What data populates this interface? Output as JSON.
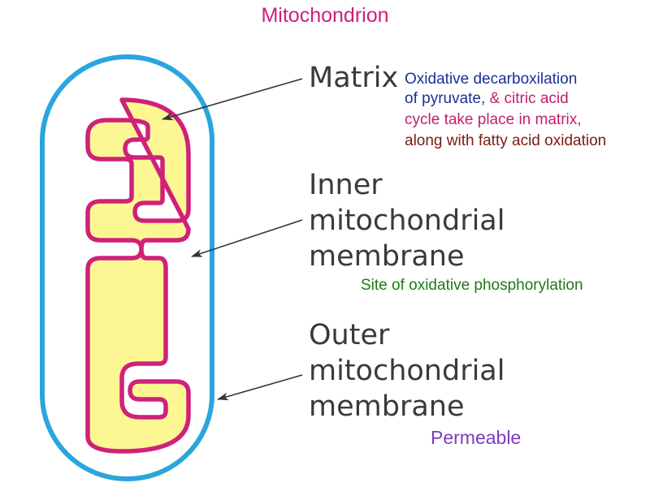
{
  "title": "Mitochondrion",
  "colors": {
    "title": "#cc1f7a",
    "outer_membrane": "#2aa6dd",
    "inner_membrane": "#d0217a",
    "matrix_fill": "#fdf793",
    "label": "#3a3a3a",
    "arrow": "#333333",
    "blue_text": "#1b2f99",
    "magenta_text": "#c21f6a",
    "brown_text": "#7a1a10",
    "green_text": "#1f7a14",
    "purple_text": "#7c3cc0"
  },
  "labels": {
    "matrix": "Matrix",
    "inner_line1": "Inner",
    "inner_line2": "mitochondrial",
    "inner_line3": "membrane",
    "outer_line1": "Outer",
    "outer_line2": "mitochondrial",
    "outer_line3": "membrane"
  },
  "notes": {
    "matrix_note_1": "Oxidative decarboxilation",
    "matrix_note_2a": "of pyruvate,",
    "matrix_note_2b": " & citric acid",
    "matrix_note_3": "cycle take place in matrix,",
    "matrix_note_4": "along with fatty acid oxidation",
    "inner_note": "Site of oxidative phosphorylation",
    "outer_note": "Permeable"
  }
}
